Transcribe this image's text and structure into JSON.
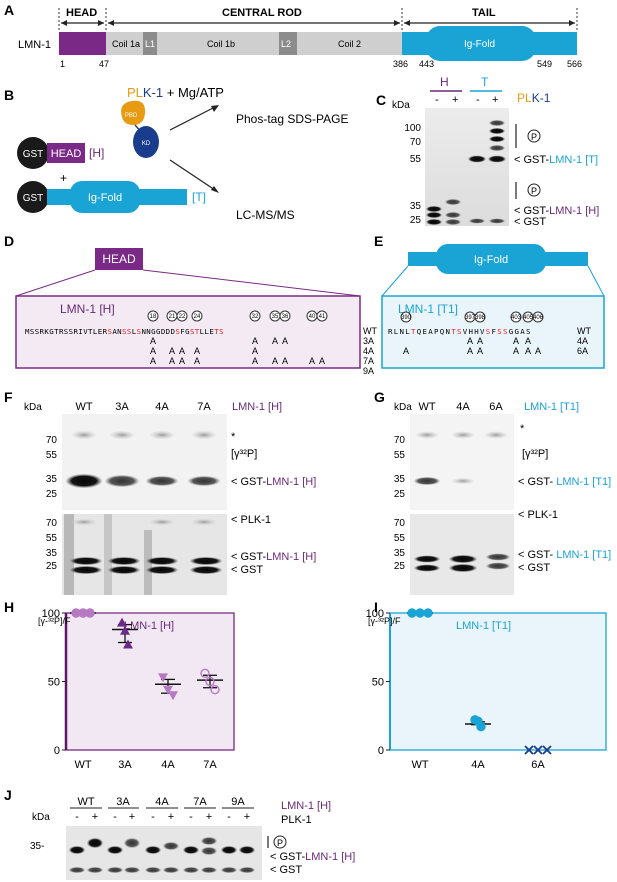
{
  "panels": {
    "A": "A",
    "B": "B",
    "C": "C",
    "D": "D",
    "E": "E",
    "F": "F",
    "G": "G",
    "H": "H",
    "I": "I",
    "J": "J"
  },
  "colors": {
    "head": "#7a2a86",
    "tail": "#1aa4d6",
    "rod": "#cfcfcf",
    "linker": "#8c8c8c",
    "orange": "#e89a12",
    "plk_blue": "#1a3c8c",
    "plot_h_bg": "#f2e8f3",
    "plot_i_bg": "#e9f5fa"
  },
  "panelA": {
    "protein": "LMN-1",
    "head_label": "HEAD",
    "rod_label": "CENTRAL ROD",
    "tail_label": "TAIL",
    "segments": [
      "Coil 1a",
      "L1",
      "Coil 1b",
      "L2",
      "Coil 2",
      "Ig-Fold"
    ],
    "positions": [
      "1",
      "47",
      "386",
      "443",
      "549",
      "566"
    ]
  },
  "panelB": {
    "gst": "GST",
    "head": "HEAD",
    "head_tag": "[H]",
    "igfold": "Ig-Fold",
    "tail_tag": "[T]",
    "plus": "+",
    "plk_pl": "PL",
    "plk_k": "K-1",
    "mgatp": " + Mg/ATP",
    "pbd": "PBD",
    "kd": "KD",
    "out1": "Phos-tag SDS-PAGE",
    "out2": "LC-MS/MS"
  },
  "panelC": {
    "kda": "kDa",
    "lane_h": "H",
    "lane_t": "T",
    "minus": "-",
    "plus": "+",
    "plk_pl": "PL",
    "plk_k": "K-1",
    "markers": [
      "100",
      "70",
      "55",
      "35",
      "25"
    ],
    "phos": "P",
    "label_t_pre": "< GST-",
    "label_t_lmn": "LMN-1 [T]",
    "label_h_pre": "< GST-",
    "label_h_lmn": "LMN-1 [H]",
    "label_gst": "< GST"
  },
  "panelD": {
    "head": "HEAD",
    "title": "LMN-1 [H]",
    "seq_pre": "MSSRKGTRSSRIVTLER",
    "seq1": "S",
    "seq2": "AN",
    "seq3": "SS",
    "seq4": "L",
    "seq5": "S",
    "seq6": "NNGGDDD",
    "seq7": "S",
    "seq8": "FG",
    "seq9": "ST",
    "seq10": "LLE",
    "seq11": "TS",
    "sites": [
      "18",
      "21",
      "22",
      "24",
      "32",
      "35",
      "36",
      "40",
      "41"
    ],
    "mutants": [
      "WT",
      "3A",
      "4A",
      "7A",
      "9A"
    ],
    "ala": "A"
  },
  "panelE": {
    "igfold": "Ig-Fold",
    "title": "LMN-1 [T1]",
    "seq_pre": "RLNL",
    "seq1": "T",
    "seq2": "QEAPQN",
    "seq3": "TS",
    "seq4": "VHHV",
    "seq5": "S",
    "seq6": "F",
    "seq7": "SS",
    "seq8": "GGAS",
    "sites": [
      "390",
      "397",
      "398",
      "403",
      "405",
      "406"
    ],
    "mutants": [
      "WT",
      "4A",
      "6A"
    ],
    "ala": "A"
  },
  "panelF": {
    "kda": "kDa",
    "lanes": [
      "WT",
      "3A",
      "4A",
      "7A"
    ],
    "construct": "LMN-1 [H]",
    "markers_top": [
      "70",
      "55",
      "35",
      "25"
    ],
    "markers_bottom": [
      "70",
      "55",
      "35",
      "25"
    ],
    "star": "*",
    "gamma": "[γ³²P]",
    "label_top_pre": "< GST-",
    "label_top_lmn": "LMN-1 [H]",
    "label_plk": "< PLK-1",
    "label_bot_pre": "< GST-",
    "label_bot_lmn": "LMN-1 [H]",
    "label_gst": "< GST"
  },
  "panelG": {
    "kda": "kDa",
    "lanes": [
      "WT",
      "4A",
      "6A"
    ],
    "construct": "LMN-1 [T1]",
    "markers_top": [
      "70",
      "55",
      "35",
      "25"
    ],
    "markers_bottom": [
      "70",
      "55",
      "35",
      "25"
    ],
    "star": "*",
    "gamma": "[γ³²P]",
    "label_top_pre": "< GST- ",
    "label_top_lmn": "LMN-1 [T1]",
    "label_plk": "< PLK-1",
    "label_bot_pre": "< GST- ",
    "label_bot_lmn": "LMN-1 [T1]",
    "label_gst": "< GST"
  },
  "chart_data": [
    {
      "type": "scatter",
      "title": "LMN-1 [H]",
      "ylabel": "[γ-³²P]/F",
      "categories": [
        "WT",
        "3A",
        "4A",
        "7A"
      ],
      "ylim": [
        0,
        100
      ],
      "yticks": [
        "0",
        "50",
        "100"
      ],
      "series": [
        {
          "values": [
            [
              100,
              100,
              100
            ],
            [
              93,
              87,
              77
            ],
            [
              53,
              44,
              40
            ],
            [
              56,
              50,
              44
            ]
          ],
          "means": [
            100,
            88,
            48,
            51
          ]
        }
      ]
    },
    {
      "type": "scatter",
      "title": "LMN-1 [T1]",
      "ylabel": "[γ-³²P]/F",
      "categories": [
        "WT",
        "4A",
        "6A"
      ],
      "ylim": [
        0,
        100
      ],
      "yticks": [
        "0",
        "50",
        "100"
      ],
      "series": [
        {
          "values": [
            [
              100,
              100,
              100
            ],
            [
              22,
              21,
              17
            ],
            [
              0,
              0,
              0
            ]
          ],
          "means": [
            100,
            19,
            0
          ]
        }
      ]
    }
  ],
  "panelJ": {
    "kda": "kDa",
    "lanes": [
      "WT",
      "3A",
      "4A",
      "7A",
      "9A"
    ],
    "construct": "LMN-1 [H]",
    "minus": "-",
    "plus": "+",
    "plk": "PLK-1",
    "marker": "35-",
    "phos": "P",
    "label_pre": "< GST-",
    "label_lmn": "LMN-1 [H]",
    "label_gst": "< GST"
  }
}
